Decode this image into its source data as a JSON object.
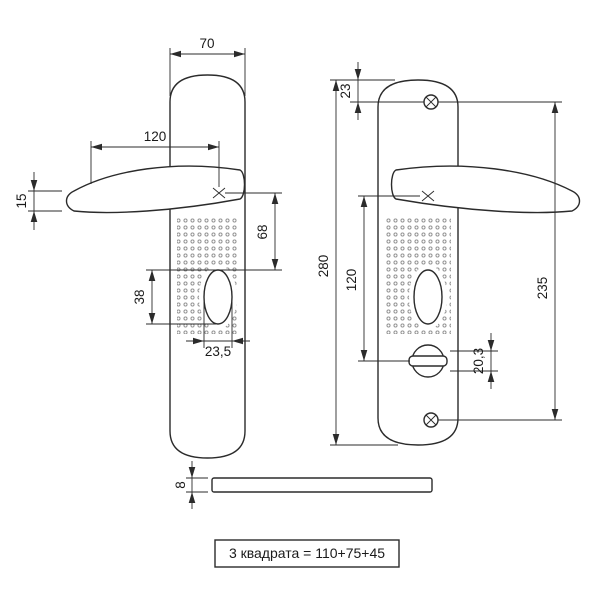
{
  "left_view": {
    "plate_width": "70",
    "handle_length": "120",
    "handle_tip_thickness": "15",
    "handle_to_keyhole": "68",
    "keyhole_height": "38",
    "keyhole_width": "23,5"
  },
  "right_view": {
    "top_screw_offset": "23",
    "plate_height": "280",
    "handle_to_thumbturn": "120",
    "screw_spacing": "235",
    "thumbturn_size": "20,3"
  },
  "side_view": {
    "thickness": "8"
  },
  "note_box": {
    "text": "3 квадрата = 110+75+45"
  }
}
